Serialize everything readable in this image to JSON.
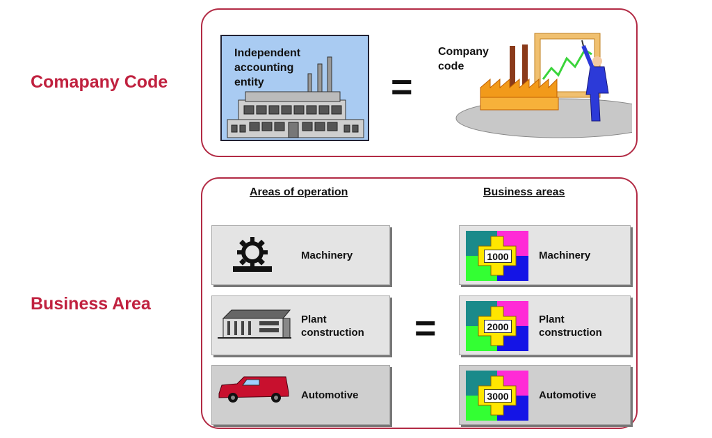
{
  "left_labels": {
    "company_code": "Comapany Code",
    "business_area": "Business Area"
  },
  "company_panel": {
    "entity_lines": [
      "Independent",
      "accounting",
      "entity"
    ],
    "equals": "=",
    "company_code_lines": [
      "Company",
      "code"
    ]
  },
  "business_panel": {
    "left_heading": "Areas of operation",
    "right_heading": "Business areas",
    "equals": "=",
    "operations": [
      {
        "label_lines": [
          "Machinery"
        ],
        "icon": "gear-icon"
      },
      {
        "label_lines": [
          "Plant",
          "construction"
        ],
        "icon": "plant-building-icon"
      },
      {
        "label_lines": [
          "Automotive"
        ],
        "icon": "car-icon"
      }
    ],
    "business_areas": [
      {
        "code": "1000",
        "label_lines": [
          "Machinery"
        ],
        "icon": "puzzle-icon"
      },
      {
        "code": "2000",
        "label_lines": [
          "Plant",
          "construction"
        ],
        "icon": "puzzle-icon"
      },
      {
        "code": "3000",
        "label_lines": [
          "Automotive"
        ],
        "icon": "puzzle-icon"
      }
    ]
  },
  "colors": {
    "accent_red": "#c0213f",
    "panel_border": "#b22a44",
    "entity_bg": "#a9cbf2",
    "puzzle_teal": "#1a8a8a",
    "puzzle_magenta": "#ff2bd6",
    "puzzle_green": "#33ff33",
    "puzzle_blue": "#1414e6",
    "puzzle_yellow": "#ffe600"
  }
}
